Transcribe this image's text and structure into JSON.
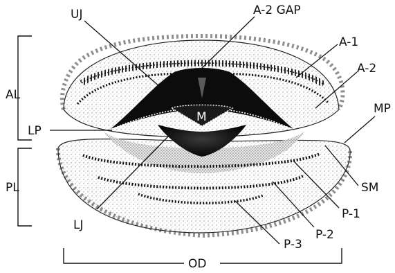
{
  "colors": {
    "ink": "#111111",
    "paper": "#ffffff",
    "stipple": "#9a9a9a",
    "mouth_dark": "#0c0c0c"
  },
  "diagram": {
    "labels": {
      "uj": "UJ",
      "a2_gap": "A-2 GAP",
      "a1": "A-1",
      "a2": "A-2",
      "mp": "MP",
      "al": "AL",
      "lp": "LP",
      "pl": "PL",
      "sm": "SM",
      "p1": "P-1",
      "lj": "LJ",
      "p2": "P-2",
      "p3": "P-3",
      "od": "OD",
      "m": "M"
    }
  }
}
